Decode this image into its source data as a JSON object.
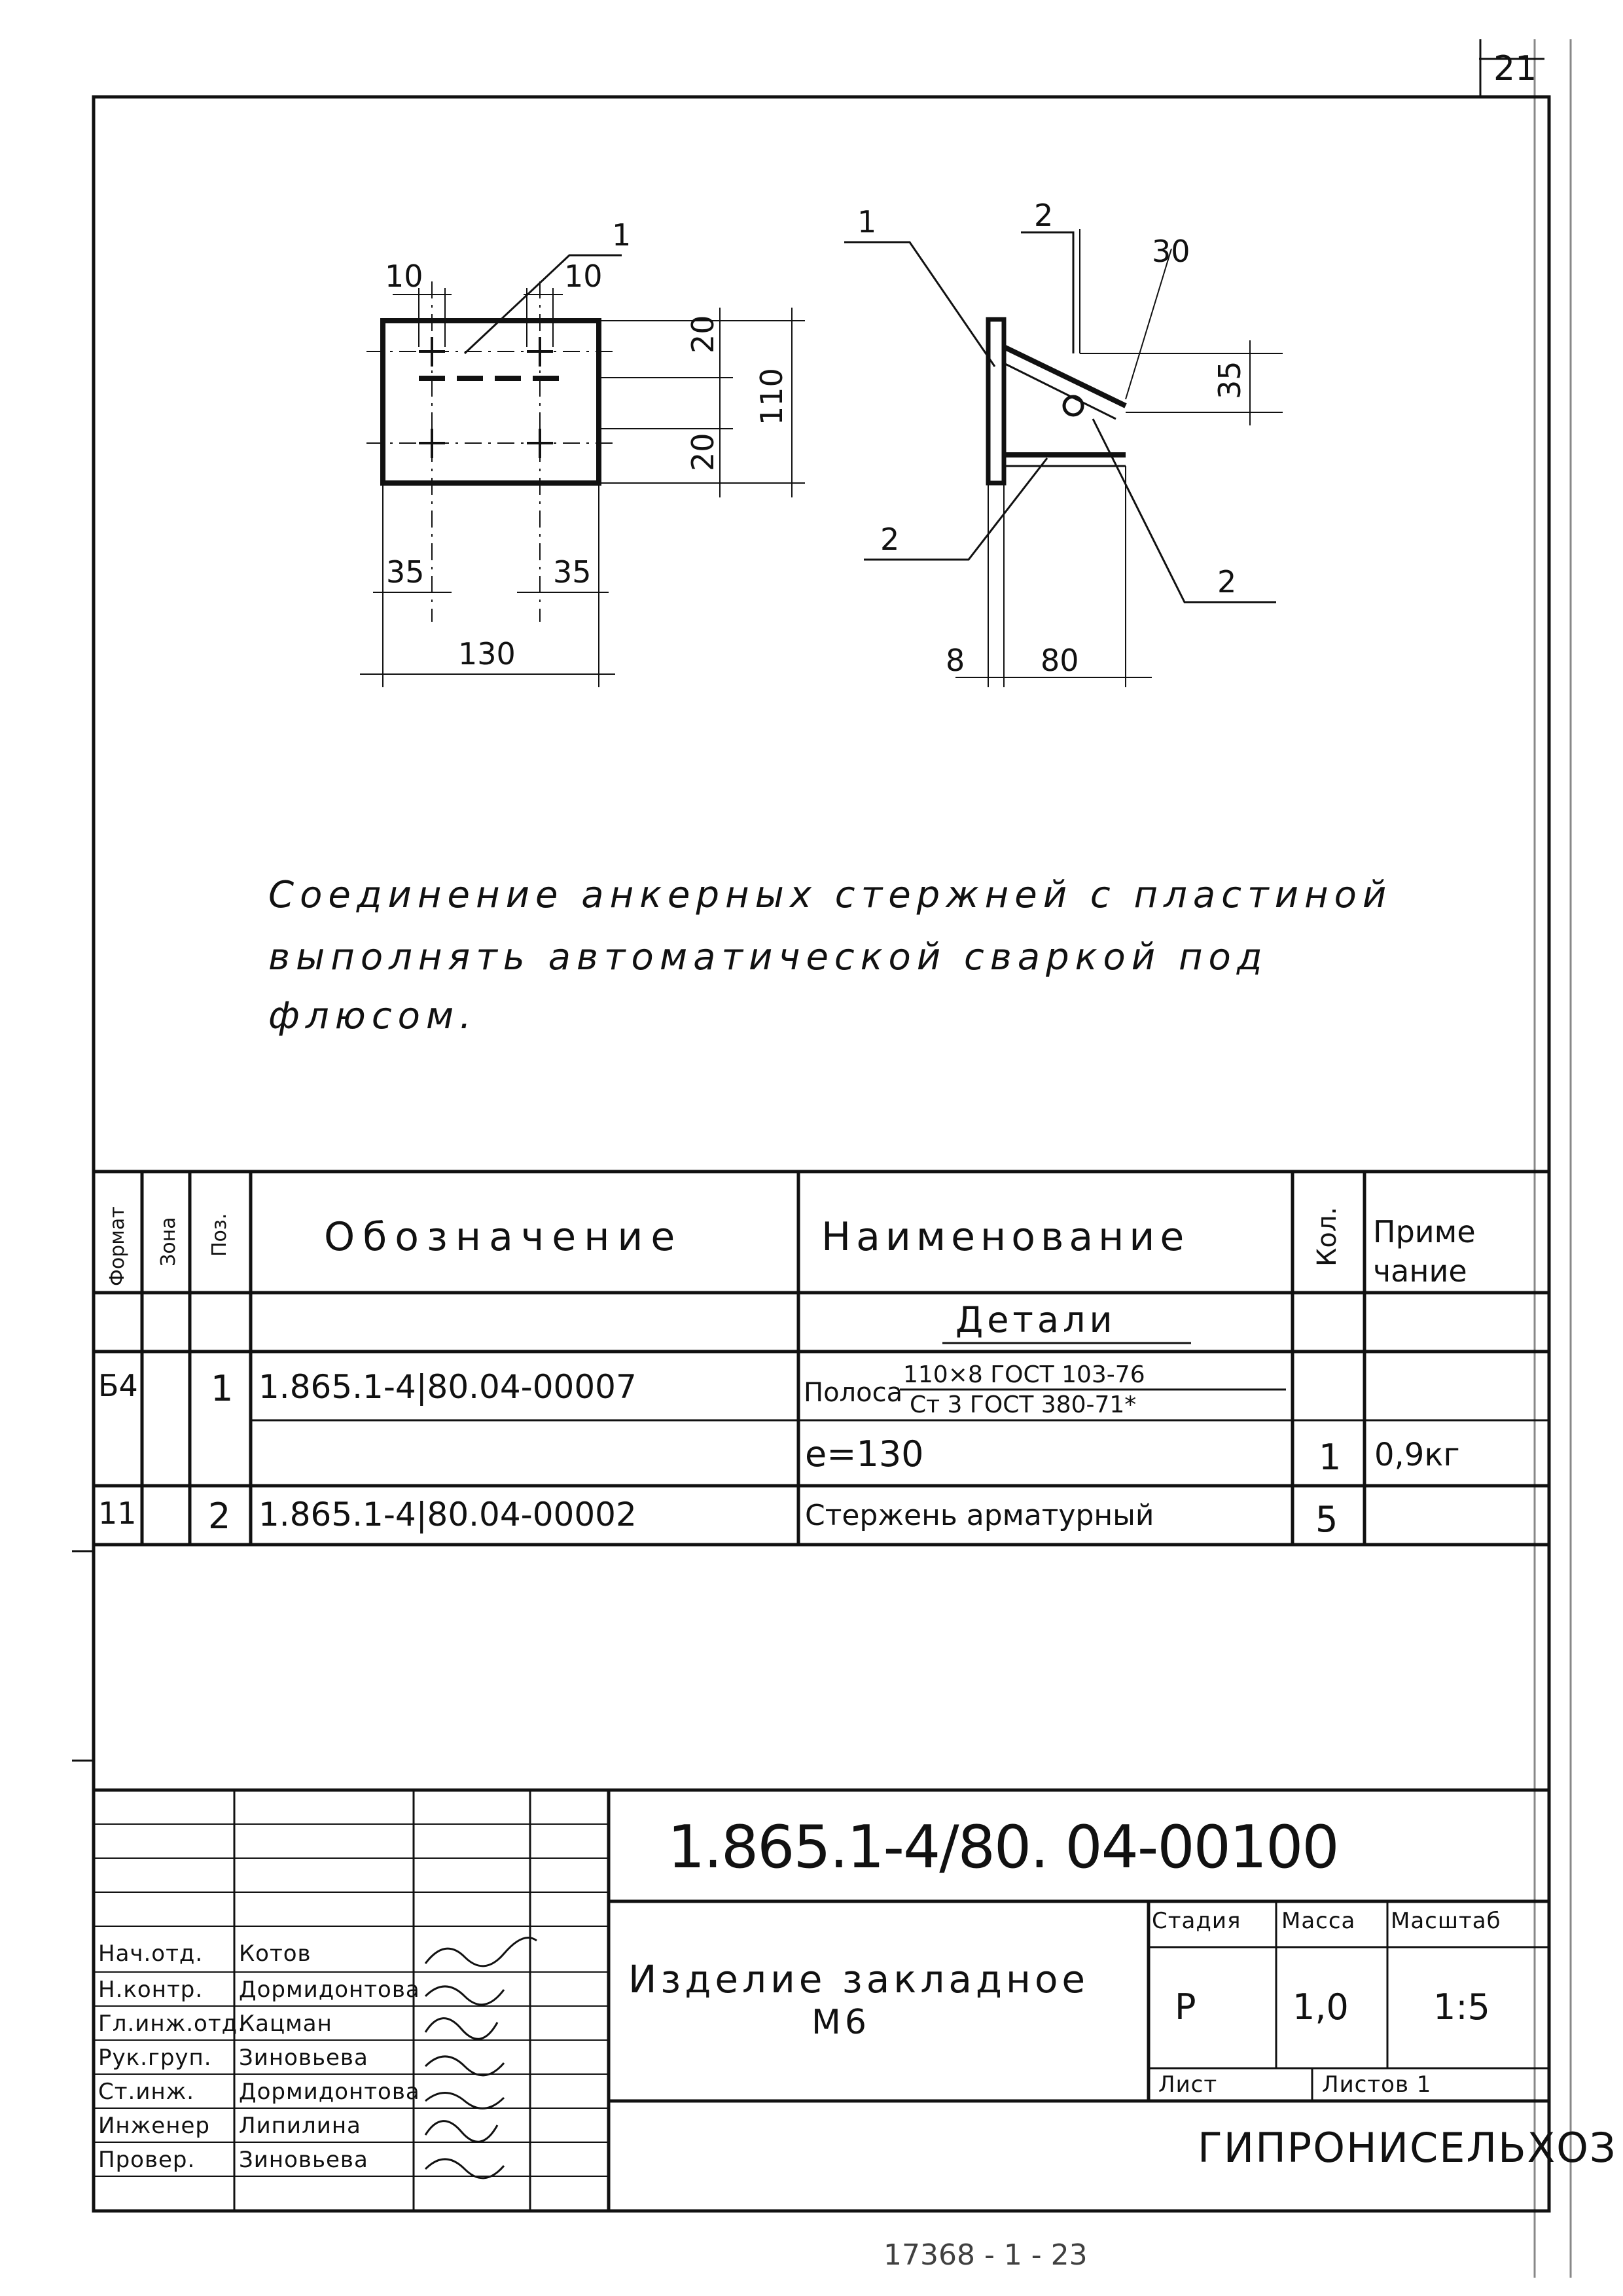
{
  "page_number": "21",
  "bottom_stamp": "17368 - 1 - 23",
  "drawing": {
    "front_view": {
      "callout_pos": "1",
      "dims": {
        "edge_left": "10",
        "edge_right": "10",
        "top_offset": "20",
        "bottom_offset": "20",
        "height": "110",
        "left_inset": "35",
        "right_inset": "35",
        "width": "130"
      }
    },
    "side_view": {
      "labels": {
        "plate": "1",
        "rod_top": "2",
        "rod_bottom": "2",
        "rod_right": "2"
      },
      "dims": {
        "angle": "30",
        "offset": "35",
        "thickness": "8",
        "length": "80"
      }
    }
  },
  "note": {
    "line1": "Соединение анкерных стержней с пластиной",
    "line2": "выполнять автоматической сваркой под",
    "line3": "флюсом."
  },
  "spec": {
    "headers": {
      "format": "Формат",
      "zone": "Зона",
      "pos": "Поз.",
      "designation": "Обозначение",
      "name": "Наименование",
      "qty": "Кол.",
      "note_1": "Приме",
      "note_2": "чание"
    },
    "section_title": "Детали",
    "rows": [
      {
        "format": "Б4",
        "pos": "1",
        "designation": "1.865.1-4|80.04-00007",
        "name_prefix": "Полоса",
        "name_top": "110×8 ГОСТ 103-76",
        "name_bottom": "Ст 3 ГОСТ 380-71*"
      },
      {
        "name": "е=130",
        "qty": "1",
        "note": "0,9кг"
      },
      {
        "format": "11",
        "pos": "2",
        "designation": "1.865.1-4|80.04-00002",
        "name": "Стержень арматурный",
        "qty": "5"
      }
    ]
  },
  "title_block": {
    "code": "1.865.1-4/80. 04-00100",
    "title_line1": "Изделие закладное",
    "title_line2": "М6",
    "stage_label": "Стадия",
    "mass_label": "Масса",
    "scale_label": "Масштаб",
    "stage": "Р",
    "mass": "1,0",
    "scale": "1:5",
    "sheet_label": "Лист",
    "sheets_label": "Листов 1",
    "org": "ГИПРОНИСЕЛЬХОЗ",
    "staff": [
      {
        "role": "Нач.отд.",
        "name": "Котов"
      },
      {
        "role": "Н.контр.",
        "name": "Дормидонтова"
      },
      {
        "role": "Гл.инж.отд.",
        "name": "Кацман"
      },
      {
        "role": "Рук.груп.",
        "name": "Зиновьева"
      },
      {
        "role": "Ст.инж.",
        "name": "Дормидонтова"
      },
      {
        "role": "Инженер",
        "name": "Липилина"
      },
      {
        "role": "Провер.",
        "name": "Зиновьева"
      }
    ]
  }
}
